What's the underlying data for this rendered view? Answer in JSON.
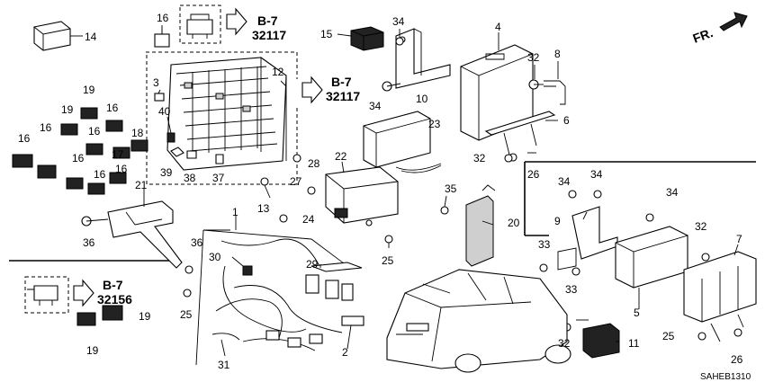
{
  "callouts": {
    "p1": "1",
    "p2": "2",
    "p3": "3",
    "p4": "4",
    "p5": "5",
    "p6": "6",
    "p7": "7",
    "p8": "8",
    "p9": "9",
    "p10": "10",
    "p11": "11",
    "p12": "12",
    "p13": "13",
    "p14": "14",
    "p15": "15",
    "p16": "16",
    "p17": "17",
    "p18": "18",
    "p19": "19",
    "p20": "20",
    "p21": "21",
    "p22": "22",
    "p23": "23",
    "p24": "24",
    "p25": "25",
    "p26": "26",
    "p27": "27",
    "p28": "28",
    "p29": "29",
    "p30": "30",
    "p31": "31",
    "p32": "32",
    "p33": "33",
    "p34": "34",
    "p35": "35",
    "p36": "36",
    "p37": "37",
    "p38": "38",
    "p39": "39",
    "p40": "40"
  },
  "references": {
    "top_ref": "B-7",
    "top_code": "32117",
    "mid_ref": "B-7",
    "mid_code": "32117",
    "left_ref": "B-7",
    "left_code": "32156"
  },
  "direction_label": "FR.",
  "diagram_code": "SAHEB1310"
}
